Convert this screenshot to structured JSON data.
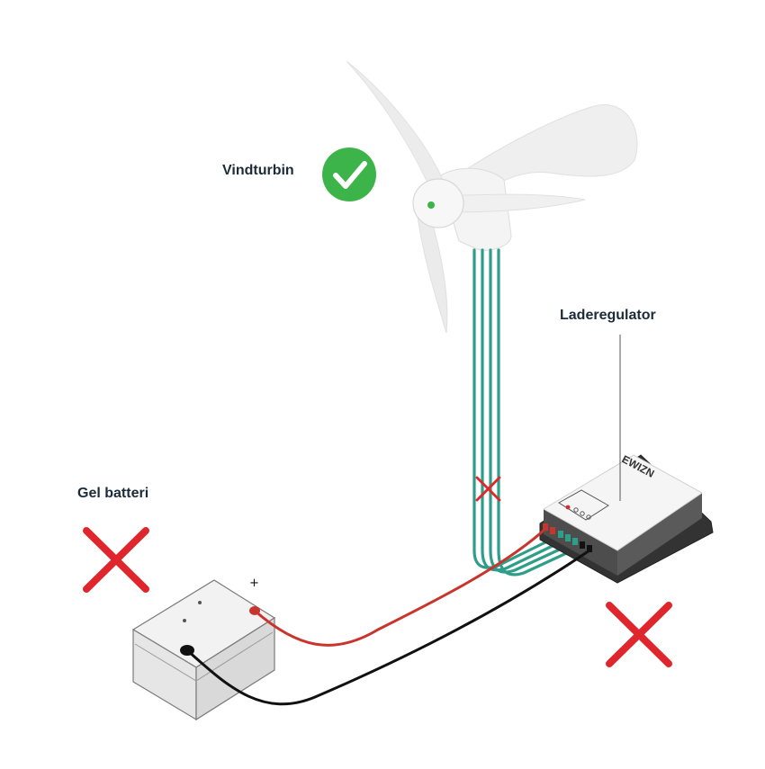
{
  "labels": {
    "turbine": "Vindturbin",
    "regulator": "Laderegulator",
    "battery": "Gel batteri"
  },
  "regulator_brand": "EWIZN",
  "battery_terminal_positive": "+",
  "colors": {
    "check_green": "#3cb449",
    "cross_red": "#e0262d",
    "wire_teal": "#2e9e8a",
    "wire_red": "#c9342c",
    "wire_black": "#111111",
    "text_dark": "#1c2b3a"
  },
  "icons": {
    "turbine_status": "check-circle-icon",
    "battery_status": "cross-icon",
    "regulator_status": "cross-icon",
    "wire_status": "small-cross-icon"
  }
}
